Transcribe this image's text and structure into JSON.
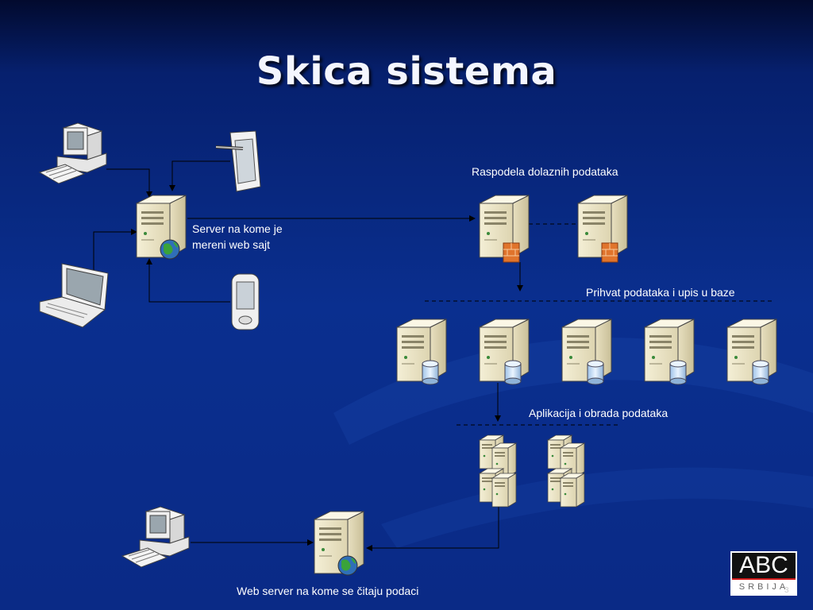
{
  "slide": {
    "title": "Skica sistema",
    "page_number": "3"
  },
  "labels": {
    "server": "Server na kome je\nmereni web sajt",
    "distribution": "Raspodela dolaznih podataka",
    "intake": "Prihvat podataka i upis u baze",
    "application": "Aplikacija i obrada podataka",
    "webserver": "Web server na kome se čitaju podaci"
  },
  "logo": {
    "top_text": "ABC",
    "bottom_text": "SRBIJA"
  },
  "icons": [
    "desktop-computer-icon",
    "tablet-icon",
    "laptop-icon",
    "pda-icon",
    "web-server-icon",
    "firewall-server-icon",
    "database-server-icon",
    "server-cluster-icon"
  ]
}
